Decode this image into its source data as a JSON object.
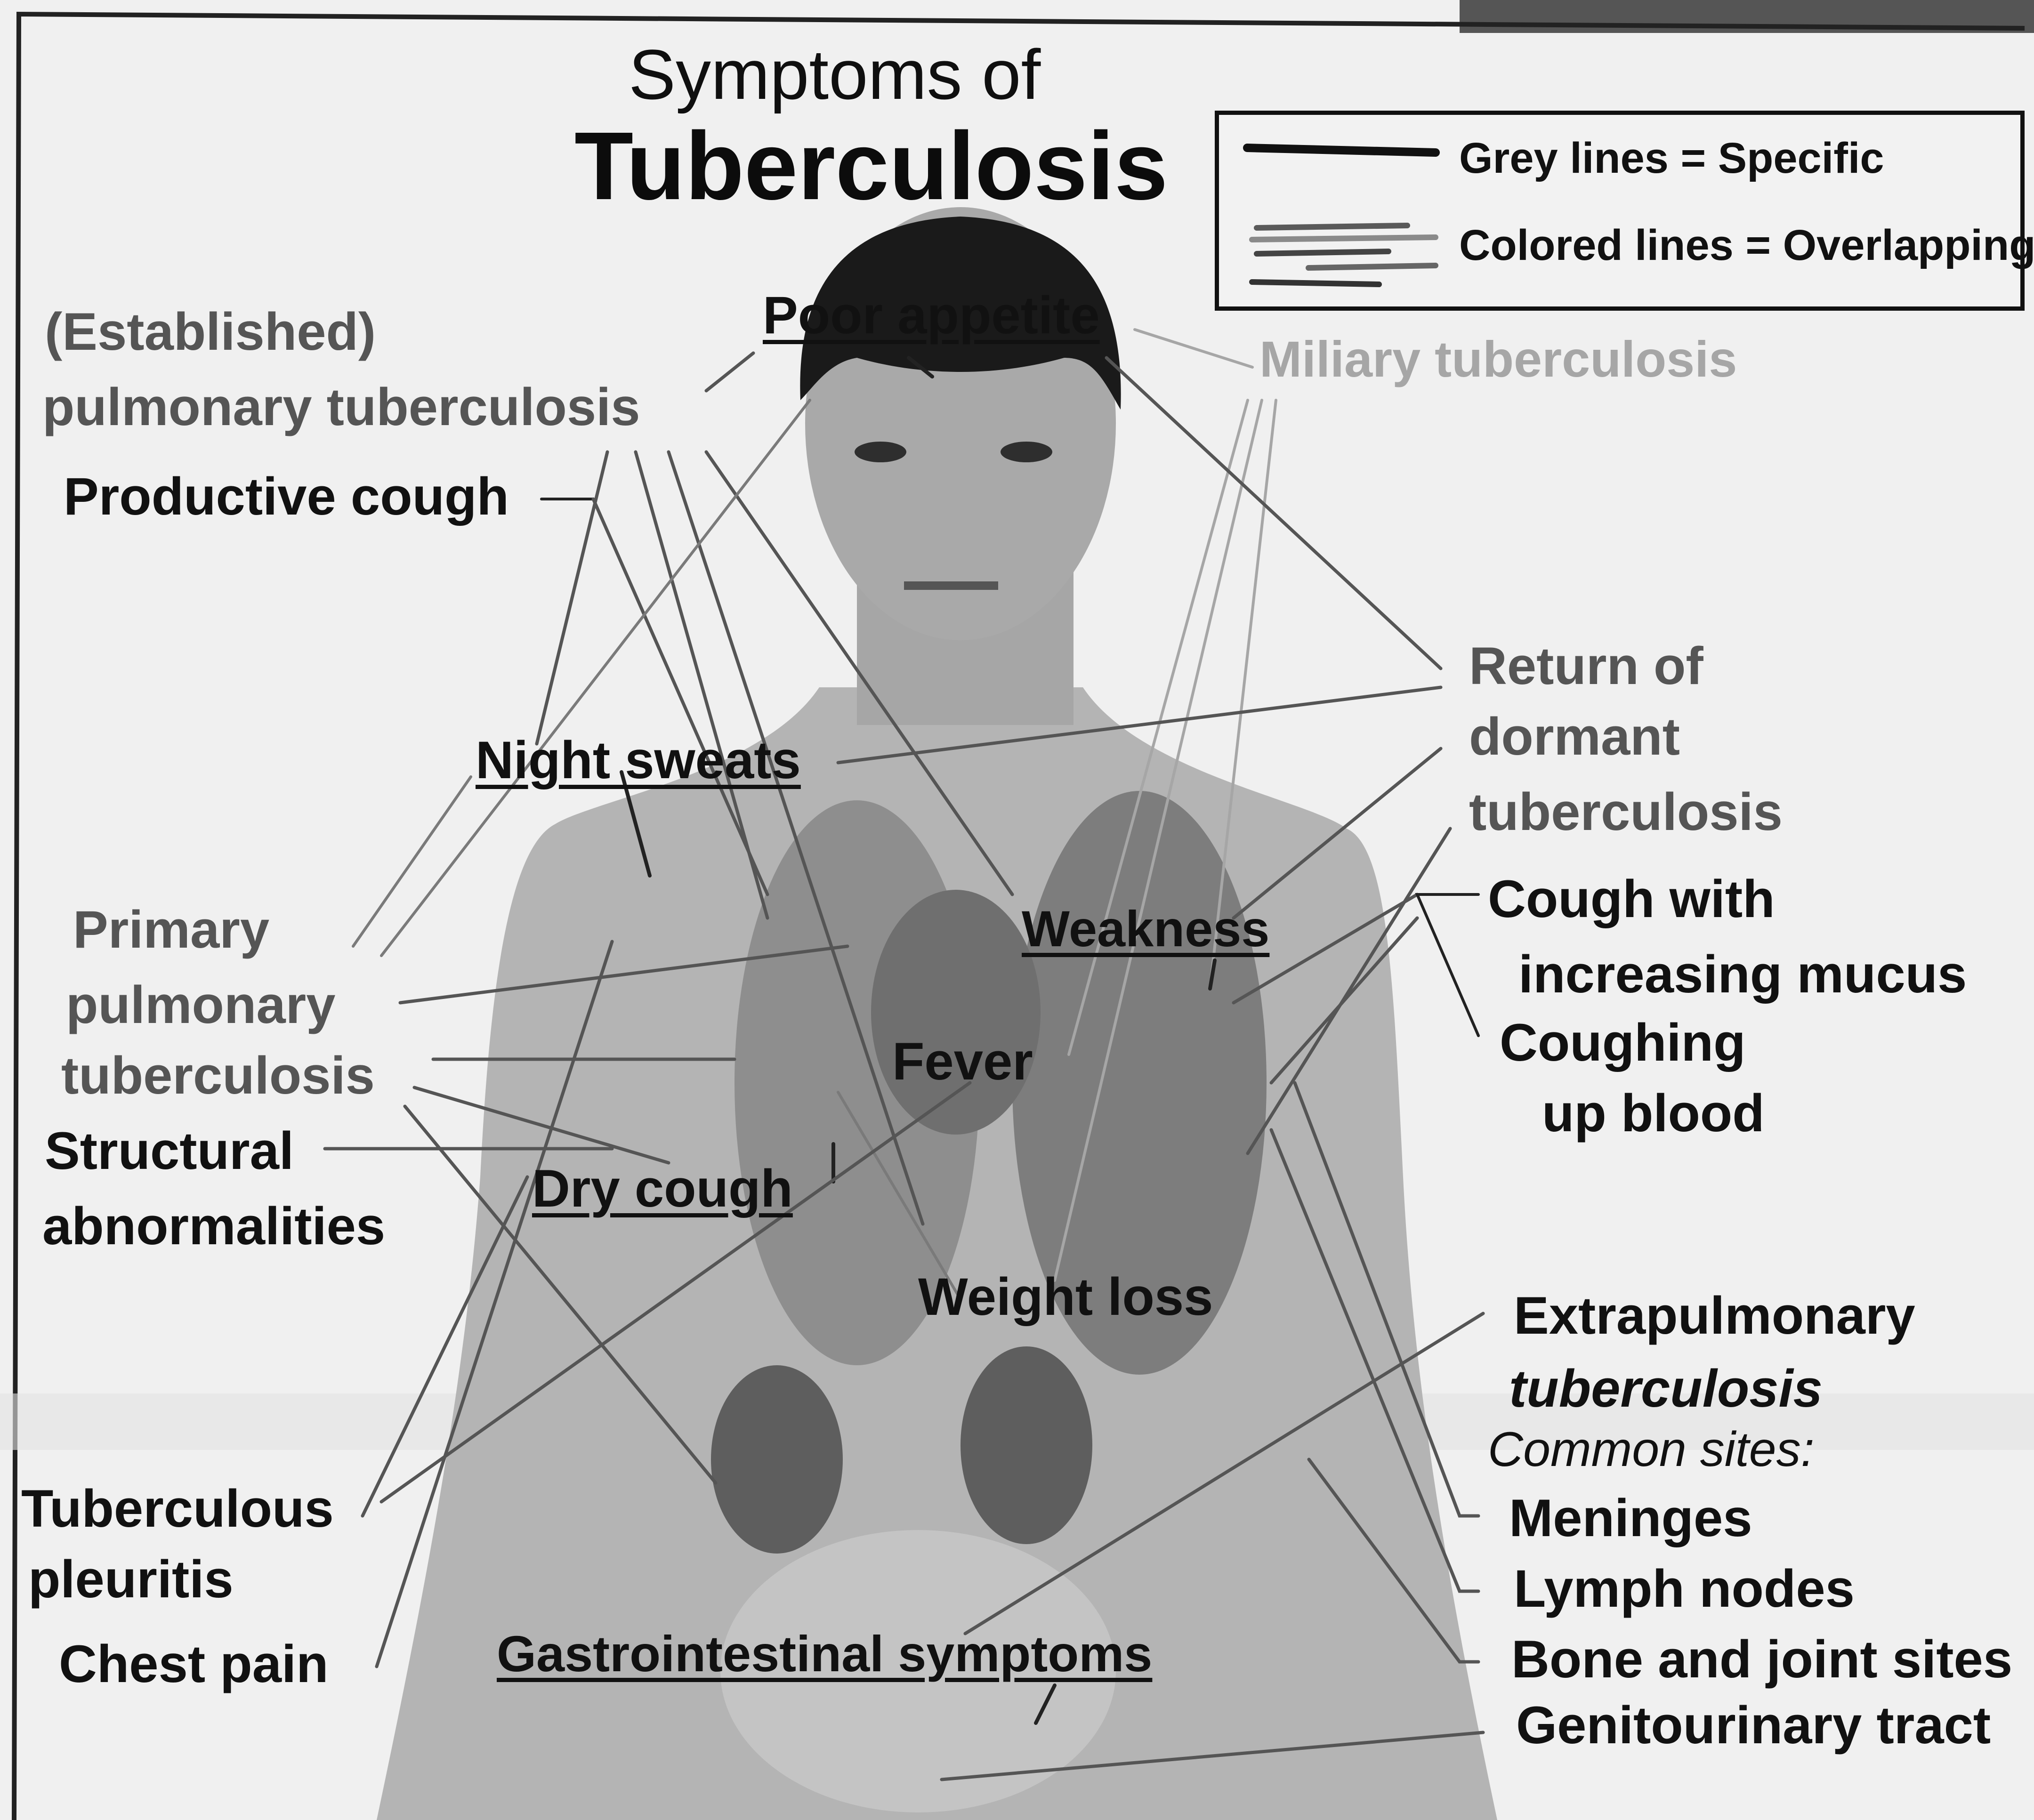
{
  "title": {
    "line1": "Symptoms of",
    "line2": "Tuberculosis"
  },
  "legend": {
    "specific": "Grey lines = Specific",
    "overlapping": "Colored lines = Overlapping"
  },
  "labels": {
    "established_1": "(Established)",
    "established_2": "pulmonary tuberculosis",
    "productive_cough": "Productive cough",
    "poor_appetite": "Poor appetite",
    "miliary": "Miliary tuberculosis",
    "night_sweats": "Night sweats",
    "return_1": "Return of",
    "return_2": "dormant",
    "return_3": "tuberculosis",
    "primary_1": "Primary",
    "primary_2": "pulmonary",
    "primary_3": "tuberculosis",
    "weakness": "Weakness",
    "cough_mucus_1": "Cough with",
    "cough_mucus_2": "increasing mucus",
    "coughing_blood_1": "Coughing",
    "coughing_blood_2": "up blood",
    "fever": "Fever",
    "structural_1": "Structural",
    "structural_2": "abnormalities",
    "dry_cough": "Dry cough",
    "weight_loss": "Weight loss",
    "extrapulmonary_1": "Extrapulmonary",
    "extrapulmonary_2": "tuberculosis",
    "common_sites": "Common sites:",
    "meninges": "Meninges",
    "lymph_nodes": "Lymph nodes",
    "bone_joint": "Bone and joint sites",
    "genitourinary": "Genitourinary tract",
    "pleuritis_1": "Tuberculous",
    "pleuritis_2": "pleuritis",
    "chest_pain": "Chest pain",
    "gastro": "Gastrointestinal symptoms"
  },
  "colors": {
    "specific_line": "#2a2a2a",
    "overlapping_line": "#7a7a7a",
    "miliary_line": "#a6a6a6"
  }
}
